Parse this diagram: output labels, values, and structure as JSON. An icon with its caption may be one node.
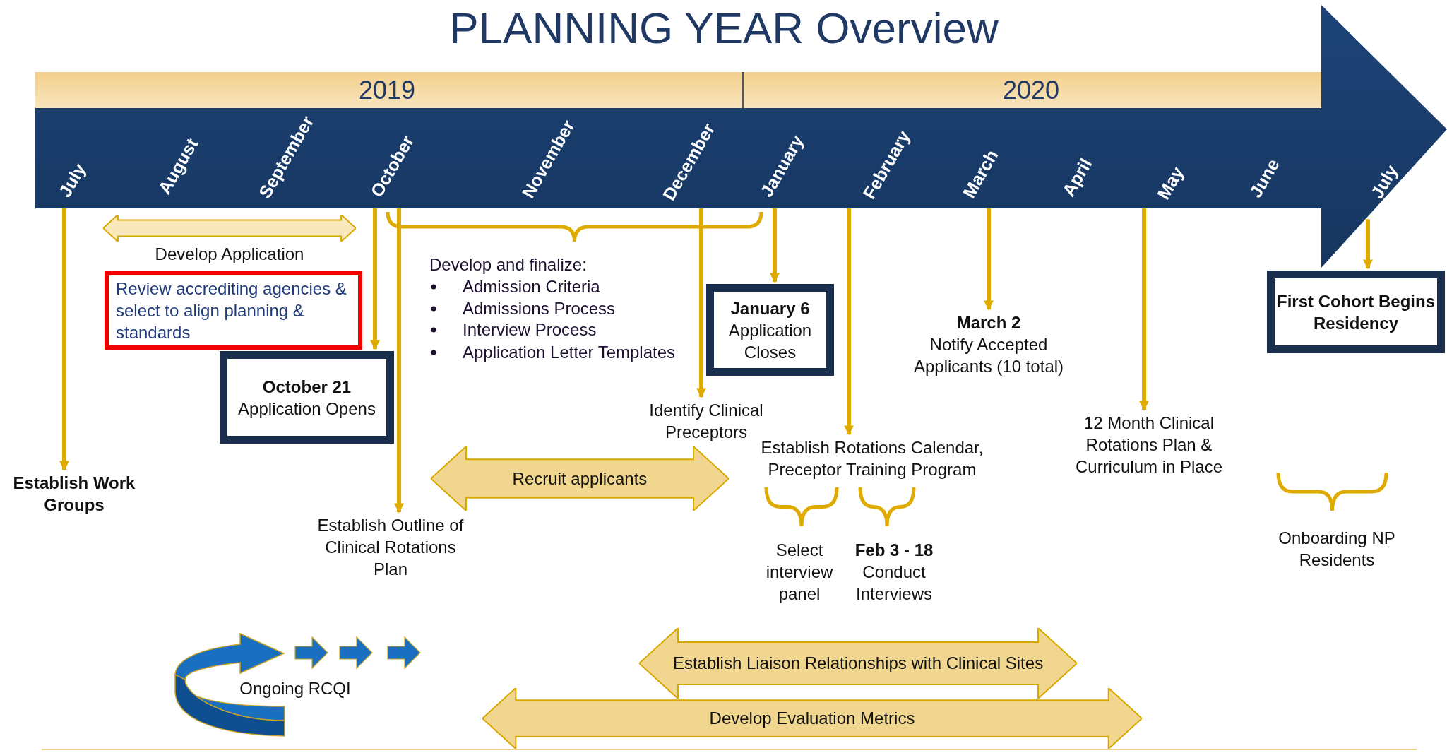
{
  "diagram": {
    "title": "PLANNING YEAR Overview",
    "nodes": [
      {
        "text": [],
        "shape": "arrow"
      },
      {
        "text": [
          "Establish Work Groups"
        ]
      },
      {
        "text": [
          "Develop Application"
        ]
      },
      {
        "text": [
          "Review accrediting agencies & select to align planning & standards"
        ]
      },
      {
        "text": [
          "October 21",
          "Application Opens"
        ]
      },
      {
        "text": [
          "Establish Outline of Clinical Rotations Plan"
        ]
      },
      {
        "text": [
          "Recruit applicants"
        ]
      },
      {
        "text": [
          "Identify Clinical Preceptors"
        ]
      },
      {
        "text": [
          "January 6",
          "Application Closes"
        ]
      },
      {
        "text": [
          "Establish Rotations Calendar, Preceptor Training Program"
        ]
      },
      {
        "text": [
          "March 2",
          "Notify Accepted Applicants (10 total)"
        ]
      },
      {
        "text": [
          "12 Month Clinical Rotations Plan & Curriculum in Place"
        ]
      },
      {
        "text": [
          "First Cohort Begins Residency"
        ]
      },
      {
        "text": [
          "Establish Liaison Relationships with Clinical Sites"
        ]
      },
      {
        "text": [
          "Develop Evaluation Metrics"
        ]
      }
    ],
    "edges": [
      {
        "from": 0,
        "to": 1,
        "arrow": "to"
      },
      {
        "from": 0,
        "to": 4,
        "arrow": "to"
      },
      {
        "from": 0,
        "to": 5,
        "arrow": "to"
      },
      {
        "from": 0,
        "to": 7,
        "arrow": "to"
      },
      {
        "from": 0,
        "to": 8,
        "arrow": "to"
      },
      {
        "from": 0,
        "to": 9,
        "arrow": "to"
      },
      {
        "from": 0,
        "to": 10,
        "arrow": "to"
      },
      {
        "from": 0,
        "to": 11,
        "arrow": "to"
      },
      {
        "from": 0,
        "to": 12,
        "arrow": "to"
      }
    ],
    "labels": [
      "2019",
      "2020",
      "July",
      "August",
      "September",
      "October",
      "November",
      "December",
      "January",
      "February",
      "March",
      "April",
      "May",
      "June",
      "July",
      "Develop and finalize:",
      "Admission Criteria",
      "Admissions Process",
      "Interview Process",
      "Application Letter Templates",
      "Select interview panel",
      "Feb 3 - 18",
      "Conduct Interviews",
      "Onboarding NP Residents",
      "Ongoing RCQI"
    ]
  }
}
